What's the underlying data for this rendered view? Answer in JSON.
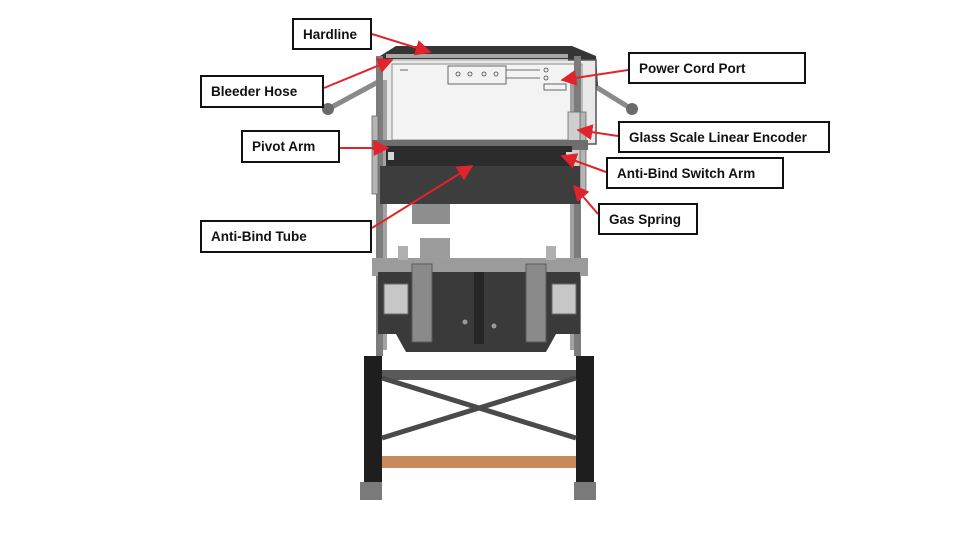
{
  "labels": {
    "hardline": "Hardline",
    "bleeder_hose": "Bleeder Hose",
    "pivot_arm": "Pivot Arm",
    "anti_bind_tube": "Anti-Bind Tube",
    "power_cord_port": "Power Cord Port",
    "glass_scale_linear_encoder": "Glass Scale Linear Encoder",
    "anti_bind_switch_arm": "Anti-Bind Switch Arm",
    "gas_spring": "Gas Spring"
  },
  "colors": {
    "arrow": "#e0242b",
    "label_border": "#111111",
    "machine_dark": "#3a3a3a",
    "machine_frame": "#7c7c7c",
    "machine_panel": "#555555",
    "wood_rail": "#c98b5e"
  }
}
